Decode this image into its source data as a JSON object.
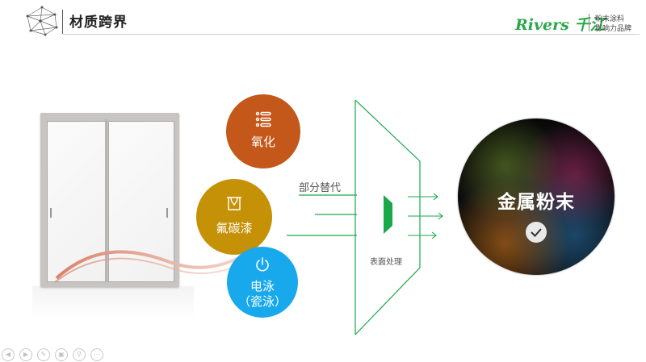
{
  "header": {
    "title": "材质跨界",
    "brand_logo": "Rivers 千江",
    "brand_tagline_1": "粉末涂料",
    "brand_tagline_2": "影响力品牌"
  },
  "methods": [
    {
      "label": "氧化",
      "icon": "list-icon",
      "color": "#c4571a"
    },
    {
      "label": "氟碳漆",
      "icon": "curtain-icon",
      "color": "#c59106"
    },
    {
      "label_line1": "电泳",
      "label_line2": "（瓷泳）",
      "icon": "power-icon",
      "color": "#17a9ec"
    }
  ],
  "process": {
    "replace_label": "部分替代",
    "surface_label": "表面处理",
    "accent_color": "#1aa94a"
  },
  "result": {
    "title": "金属粉末",
    "badge_icon": "checkmark-icon"
  },
  "toolbar": {
    "items": [
      "prev-icon",
      "next-icon",
      "pen-icon",
      "fullscreen-icon",
      "zoom-icon",
      "more-icon"
    ]
  }
}
